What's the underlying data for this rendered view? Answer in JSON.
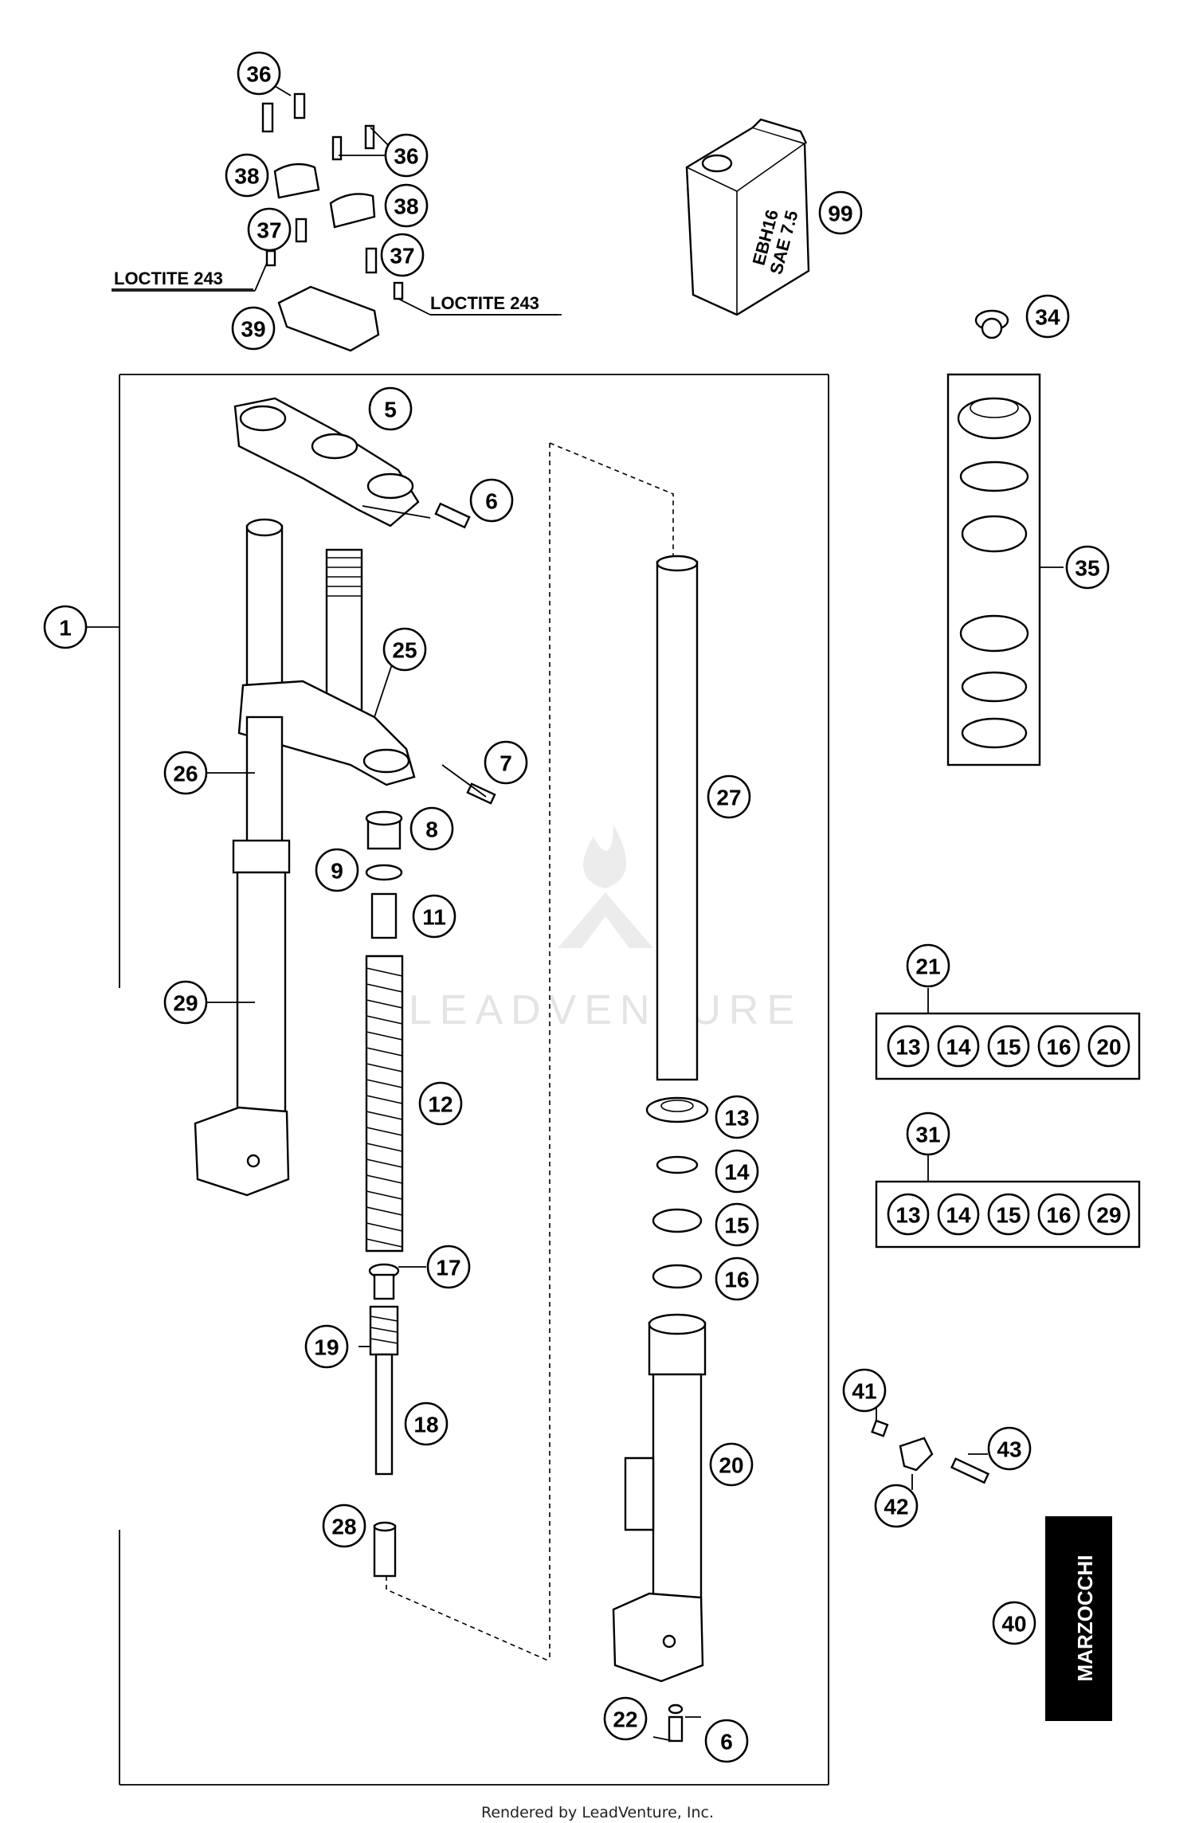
{
  "diagram": {
    "callouts": [
      {
        "id": "36a",
        "label": "36"
      },
      {
        "id": "36b",
        "label": "36"
      },
      {
        "id": "38a",
        "label": "38"
      },
      {
        "id": "38b",
        "label": "38"
      },
      {
        "id": "37a",
        "label": "37"
      },
      {
        "id": "37b",
        "label": "37"
      },
      {
        "id": "39",
        "label": "39"
      },
      {
        "id": "99",
        "label": "99"
      },
      {
        "id": "34",
        "label": "34"
      },
      {
        "id": "35",
        "label": "35"
      },
      {
        "id": "5",
        "label": "5"
      },
      {
        "id": "6a",
        "label": "6"
      },
      {
        "id": "1",
        "label": "1"
      },
      {
        "id": "25",
        "label": "25"
      },
      {
        "id": "7",
        "label": "7"
      },
      {
        "id": "26",
        "label": "26"
      },
      {
        "id": "27",
        "label": "27"
      },
      {
        "id": "8",
        "label": "8"
      },
      {
        "id": "9",
        "label": "9"
      },
      {
        "id": "11",
        "label": "11"
      },
      {
        "id": "29",
        "label": "29"
      },
      {
        "id": "12",
        "label": "12"
      },
      {
        "id": "21",
        "label": "21"
      },
      {
        "id": "13",
        "label": "13"
      },
      {
        "id": "14",
        "label": "14"
      },
      {
        "id": "15",
        "label": "15"
      },
      {
        "id": "16",
        "label": "16"
      },
      {
        "id": "31",
        "label": "31"
      },
      {
        "id": "17",
        "label": "17"
      },
      {
        "id": "19",
        "label": "19"
      },
      {
        "id": "18",
        "label": "18"
      },
      {
        "id": "41",
        "label": "41"
      },
      {
        "id": "43",
        "label": "43"
      },
      {
        "id": "20",
        "label": "20"
      },
      {
        "id": "42",
        "label": "42"
      },
      {
        "id": "28",
        "label": "28"
      },
      {
        "id": "40",
        "label": "40"
      },
      {
        "id": "22",
        "label": "22"
      },
      {
        "id": "6b",
        "label": "6"
      }
    ],
    "kit_21": [
      "13",
      "14",
      "15",
      "16",
      "20"
    ],
    "kit_31": [
      "13",
      "14",
      "15",
      "16",
      "29"
    ],
    "loctite_left": "LOCTITE 243",
    "loctite_right": "LOCTITE 243",
    "oil_can_line1": "EBH16",
    "oil_can_line2": "SAE 7.5",
    "brand_decal": "MARZOCCHI",
    "watermark": "LEADVENTURE"
  },
  "footer": "Rendered by LeadVenture, Inc."
}
